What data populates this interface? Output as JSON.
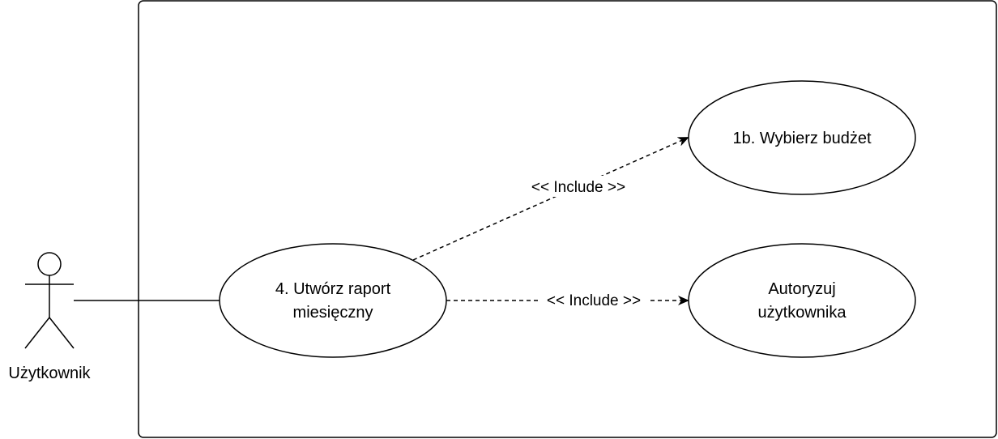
{
  "actor": {
    "label": "Użytkownik"
  },
  "use_cases": {
    "main": {
      "line1": "4. Utwórz raport",
      "line2": "miesięczny"
    },
    "budget": {
      "label": "1b. Wybierz budżet"
    },
    "auth": {
      "line1": "Autoryzuj",
      "line2": "użytkownika"
    }
  },
  "relations": {
    "include_budget": "<< Include >>",
    "include_auth": "<< Include >>"
  },
  "colors": {
    "stroke": "#000000",
    "background": "#ffffff"
  }
}
